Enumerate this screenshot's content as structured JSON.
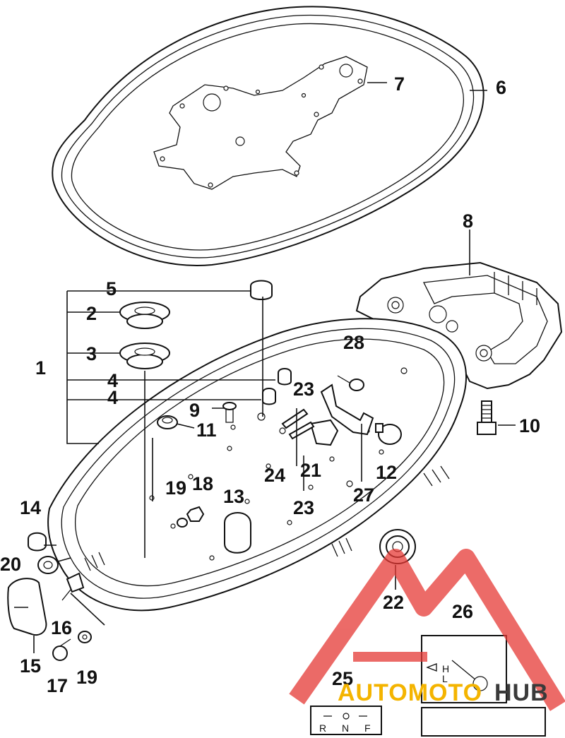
{
  "callouts": [
    {
      "id": "c1",
      "text": "1"
    },
    {
      "id": "c2",
      "text": "2"
    },
    {
      "id": "c3",
      "text": "3"
    },
    {
      "id": "c4a",
      "text": "4"
    },
    {
      "id": "c4b",
      "text": "4"
    },
    {
      "id": "c5",
      "text": "5"
    },
    {
      "id": "c6",
      "text": "6"
    },
    {
      "id": "c7",
      "text": "7"
    },
    {
      "id": "c8",
      "text": "8"
    },
    {
      "id": "c9",
      "text": "9"
    },
    {
      "id": "c10",
      "text": "10"
    },
    {
      "id": "c11",
      "text": "11"
    },
    {
      "id": "c12",
      "text": "12"
    },
    {
      "id": "c13",
      "text": "13"
    },
    {
      "id": "c14",
      "text": "14"
    },
    {
      "id": "c15",
      "text": "15"
    },
    {
      "id": "c16",
      "text": "16"
    },
    {
      "id": "c17",
      "text": "17"
    },
    {
      "id": "c18",
      "text": "18"
    },
    {
      "id": "c19a",
      "text": "19"
    },
    {
      "id": "c19b",
      "text": "19"
    },
    {
      "id": "c20",
      "text": "20"
    },
    {
      "id": "c21",
      "text": "21"
    },
    {
      "id": "c22",
      "text": "22"
    },
    {
      "id": "c23a",
      "text": "23"
    },
    {
      "id": "c23b",
      "text": "23"
    },
    {
      "id": "c24",
      "text": "24"
    },
    {
      "id": "c25",
      "text": "25"
    },
    {
      "id": "c26",
      "text": "26"
    },
    {
      "id": "c27",
      "text": "27"
    },
    {
      "id": "c28",
      "text": "28"
    }
  ],
  "labels": {
    "shift_r": "R",
    "shift_n": "N",
    "shift_f": "F",
    "choke_h": "H",
    "choke_l": "L"
  },
  "watermark": {
    "part1": "AUTOMOTO",
    "part2": "HUB",
    "color_orange": "#f4b400",
    "color_red": "#e53935",
    "color_dark": "#3a3a3a"
  }
}
